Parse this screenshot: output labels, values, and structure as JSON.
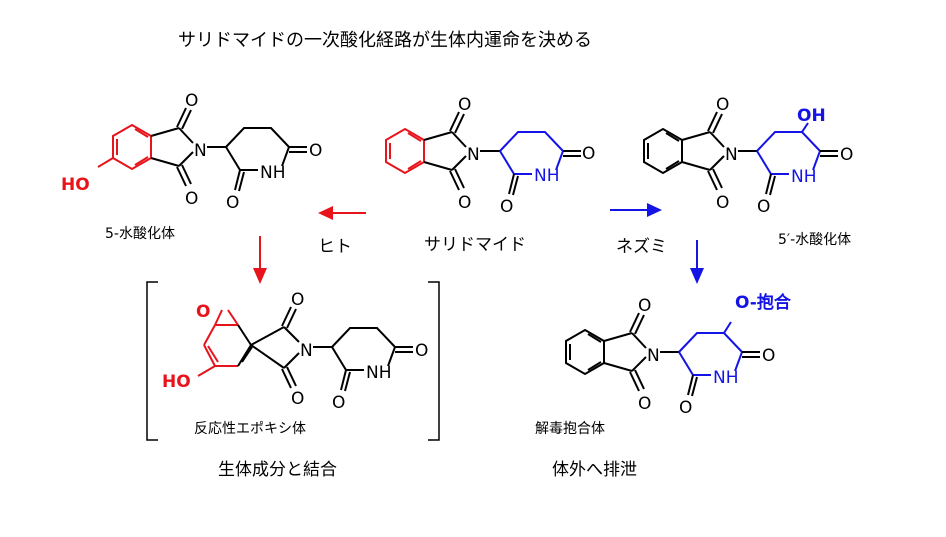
{
  "title": "サリドマイドの一次酸化経路が生体内運命を決める",
  "compounds": {
    "thalidomide": "サリドマイド",
    "hydroxy5": "5-水酸化体",
    "hydroxy5p": "5′-水酸化体",
    "epoxide": "反応性エポキシ体",
    "conjugate": "解毒抱合体"
  },
  "routes": {
    "human": "ヒト",
    "mouse": "ネズミ"
  },
  "outcomes": {
    "bind": "生体成分と結合",
    "excrete": "体外へ排泄"
  },
  "atoms": {
    "O": "O",
    "N": "N",
    "NH": "NH",
    "OH": "OH",
    "HO": "HO",
    "O_conj": "O-抱合"
  },
  "colors": {
    "human_path": "#e8141c",
    "mouse_path": "#1414e6",
    "bond": "#000000"
  }
}
